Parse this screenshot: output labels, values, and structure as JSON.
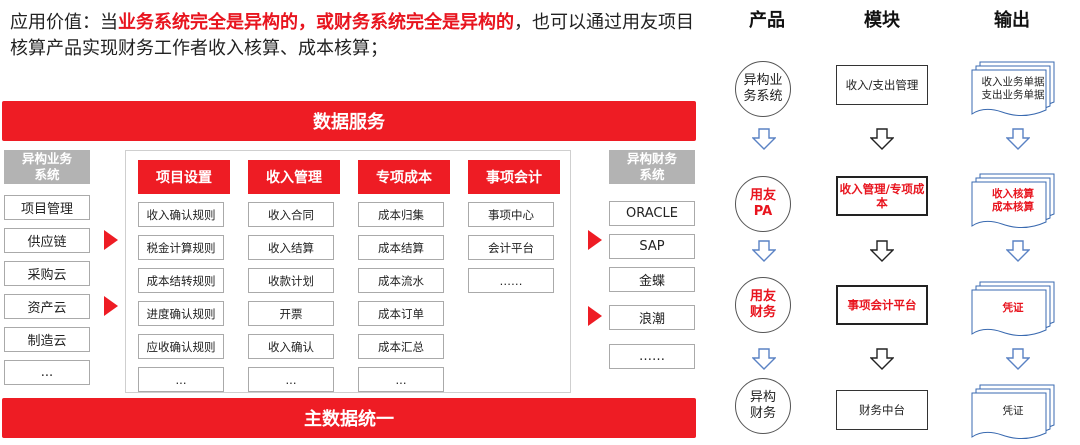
{
  "intro": {
    "part1": "应用价值：当",
    "hl1": "业务系统完全是异构的，或财务系统完全是异构的",
    "part2": "，也可以通过用友项目核算产品实现财务工作者收入核算、成本核算；"
  },
  "top_bar": "数据服务",
  "bottom_bar": "主数据统一",
  "left": {
    "header": "异构业务\n系统",
    "items": [
      "项目管理",
      "供应链",
      "采购云",
      "资产云",
      "制造云",
      "..."
    ]
  },
  "middle": {
    "columns": [
      {
        "header": "项目设置",
        "items": [
          "收入确认规则",
          "税金计算规则",
          "成本结转规则",
          "进度确认规则",
          "应收确认规则",
          "..."
        ]
      },
      {
        "header": "收入管理",
        "items": [
          "收入合同",
          "收入结算",
          "收款计划",
          "开票",
          "收入确认",
          "..."
        ]
      },
      {
        "header": "专项成本",
        "items": [
          "成本归集",
          "成本结算",
          "成本流水",
          "成本订单",
          "成本汇总",
          "..."
        ]
      },
      {
        "header": "事项会计",
        "items": [
          "事项中心",
          "会计平台",
          "……"
        ]
      }
    ]
  },
  "right_sys": {
    "header": "异构财务\n系统",
    "items": [
      "ORACLE",
      "SAP",
      "金蝶",
      "浪潮",
      "……"
    ]
  },
  "flow": {
    "headers": [
      "产品",
      "模块",
      "输出"
    ],
    "products": [
      "异构业\n务系统",
      "用友\nPA",
      "用友\n财务",
      "异构\n财务"
    ],
    "modules": [
      "收入/支出管理",
      "收入管理/专项成本",
      "事项会计平台",
      "财务中台"
    ],
    "outputs": [
      "收入业务单据\n支出业务单据",
      "收入核算\n成本核算",
      "凭证",
      "凭证"
    ]
  }
}
